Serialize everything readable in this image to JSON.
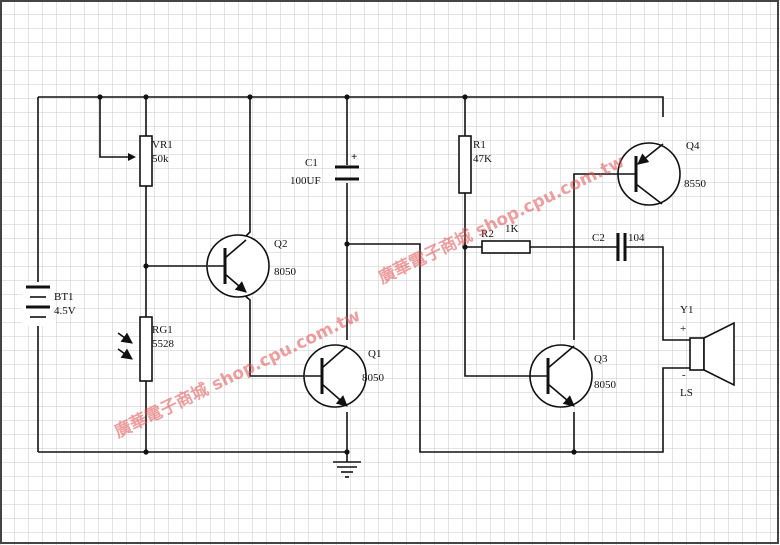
{
  "colors": {
    "grid": "#c8c8c8",
    "ink": "#111111",
    "watermark": "#e05050"
  },
  "components": {
    "bt1": {
      "ref": "BT1",
      "value": "4.5V"
    },
    "vr1": {
      "ref": "VR1",
      "value": "50k"
    },
    "rg1": {
      "ref": "RG1",
      "value": "5528"
    },
    "c1": {
      "ref": "C1",
      "value": "100UF",
      "polarity": "+"
    },
    "q2": {
      "ref": "Q2",
      "value": "8050"
    },
    "q1": {
      "ref": "Q1",
      "value": "8050"
    },
    "r1": {
      "ref": "R1",
      "value": "47K"
    },
    "r2": {
      "ref": "R2",
      "value": "1K"
    },
    "c2": {
      "ref": "C2",
      "value": "104"
    },
    "q3": {
      "ref": "Q3",
      "value": "8050"
    },
    "q4": {
      "ref": "Q4",
      "value": "8550"
    },
    "y1": {
      "ref": "Y1",
      "plus": "+",
      "minus": "-",
      "value": "LS"
    }
  },
  "watermarks": [
    "廣華電子商城 shop.cpu.com.tw",
    "廣華電子商城 shop.cpu.com.tw"
  ]
}
